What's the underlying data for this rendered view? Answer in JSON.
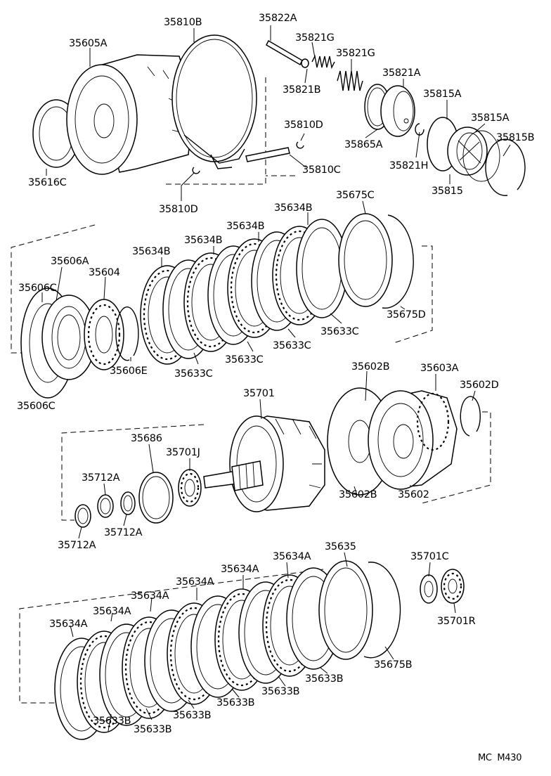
{
  "diagram": {
    "footer_code": "MC  M430",
    "part_labels": [
      "35605A",
      "35810B",
      "35822A",
      "35821G",
      "35821G",
      "35821A",
      "35821B",
      "35815A",
      "35810D",
      "35815A",
      "35815B",
      "35865A",
      "35821H",
      "35810C",
      "35616C",
      "35815",
      "35810D",
      "35675C",
      "35634B",
      "35634B",
      "35634B",
      "35634B",
      "35606A",
      "35604",
      "35606C",
      "35675D",
      "35633C",
      "35633C",
      "35633C",
      "35606E",
      "35633C",
      "35606C",
      "35602B",
      "35603A",
      "35602D",
      "35701",
      "35686",
      "35701J",
      "35712A",
      "35602B",
      "35602",
      "35712A",
      "35712A",
      "35635",
      "35701C",
      "35634A",
      "35634A",
      "35634A",
      "35634A",
      "35634A",
      "35634A",
      "35701R",
      "35675B",
      "35633B",
      "35633B",
      "35633B",
      "35633B",
      "35633B",
      "35633B"
    ]
  }
}
